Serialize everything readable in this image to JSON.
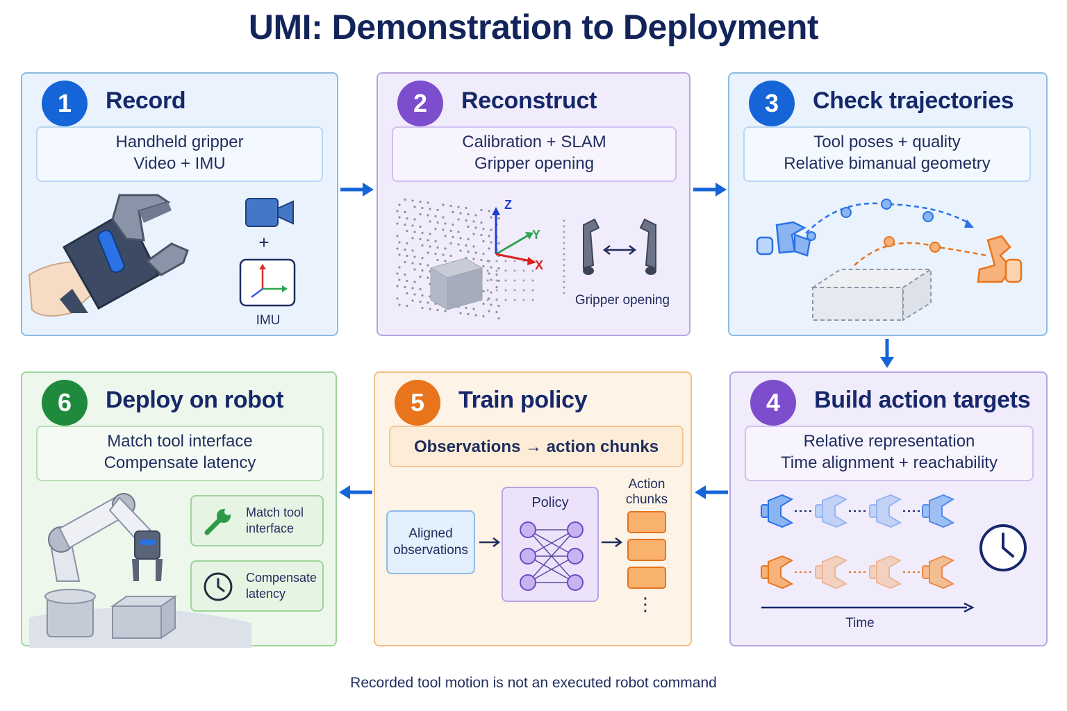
{
  "title": "UMI: Demonstration to Deployment",
  "footer": "Recorded tool motion is not an executed robot command",
  "colors": {
    "blue": "#1565d8",
    "purple": "#7c4dcc",
    "orange": "#e8741c",
    "green": "#1f8a3c",
    "navy": "#16286a"
  },
  "steps": [
    {
      "number": "1",
      "title": "Record",
      "lines": [
        "Handheld gripper",
        "Video + IMU"
      ],
      "imu_label": "IMU",
      "plus": "+",
      "icons": [
        "hand-gripper-icon",
        "video-camera-icon",
        "imu-axes-icon"
      ]
    },
    {
      "number": "2",
      "title": "Reconstruct",
      "lines": [
        "Calibration + SLAM",
        "Gripper opening"
      ],
      "axes": [
        "Z",
        "Y",
        "X"
      ],
      "gripper_label": "Gripper opening",
      "icons": [
        "point-cloud-icon",
        "axes-icon",
        "gripper-opening-icon"
      ]
    },
    {
      "number": "3",
      "title": "Check trajectories",
      "lines": [
        "Tool poses + quality",
        "Relative bimanual geometry"
      ],
      "icons": [
        "blue-gripper-icon",
        "orange-gripper-icon",
        "dashed-box-icon"
      ]
    },
    {
      "number": "4",
      "title": "Build action targets",
      "lines": [
        "Relative representation",
        "Time alignment + reachability"
      ],
      "time_label": "Time",
      "icons": [
        "gripper-sequence-icon",
        "clock-icon"
      ]
    },
    {
      "number": "5",
      "title": "Train policy",
      "lines": [
        "Observations → action chunks"
      ],
      "observations_label": [
        "Aligned",
        "observations"
      ],
      "policy_label": "Policy",
      "chunks_label": [
        "Action",
        "chunks"
      ],
      "ellipsis": "⋮"
    },
    {
      "number": "6",
      "title": "Deploy on robot",
      "lines": [
        "Match tool interface",
        "Compensate latency"
      ],
      "cards": [
        {
          "lines": [
            "Match tool",
            "interface"
          ],
          "icon": "wrench-icon"
        },
        {
          "lines": [
            "Compensate",
            "latency"
          ],
          "icon": "clock-icon"
        }
      ]
    }
  ]
}
